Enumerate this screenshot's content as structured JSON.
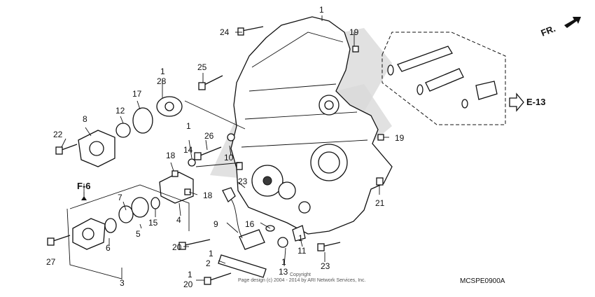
{
  "orientation_label": "FR.",
  "references": {
    "e13": "E-13",
    "f6": "F-6"
  },
  "diagram_code": "MCSPE0900A",
  "copyright_line1": "Copyright",
  "copyright_line2": "Page design (c) 2004 - 2014 by ARI Network Services, Inc.",
  "callouts": {
    "c1a": "1",
    "c1b": "1",
    "c1c": "1",
    "c1d": "1",
    "c1e": "1",
    "c1f": "1",
    "c2": "2",
    "c3": "3",
    "c4": "4",
    "c5": "5",
    "c6": "6",
    "c7": "7",
    "c8": "8",
    "c9": "9",
    "c10": "10",
    "c11": "11",
    "c12": "12",
    "c13": "13",
    "c14": "14",
    "c15": "15",
    "c16": "16",
    "c17": "17",
    "c18a": "18",
    "c18b": "18",
    "c19a": "19",
    "c19b": "19",
    "c20a": "20",
    "c20b": "20",
    "c21": "21",
    "c22": "22",
    "c23a": "23",
    "c23b": "23",
    "c24": "24",
    "c25": "25",
    "c26": "26",
    "c27": "27",
    "c28": "28"
  },
  "icons": [
    "orientation-arrow-icon",
    "reference-arrow-icon",
    "watermark-logo-icon"
  ]
}
